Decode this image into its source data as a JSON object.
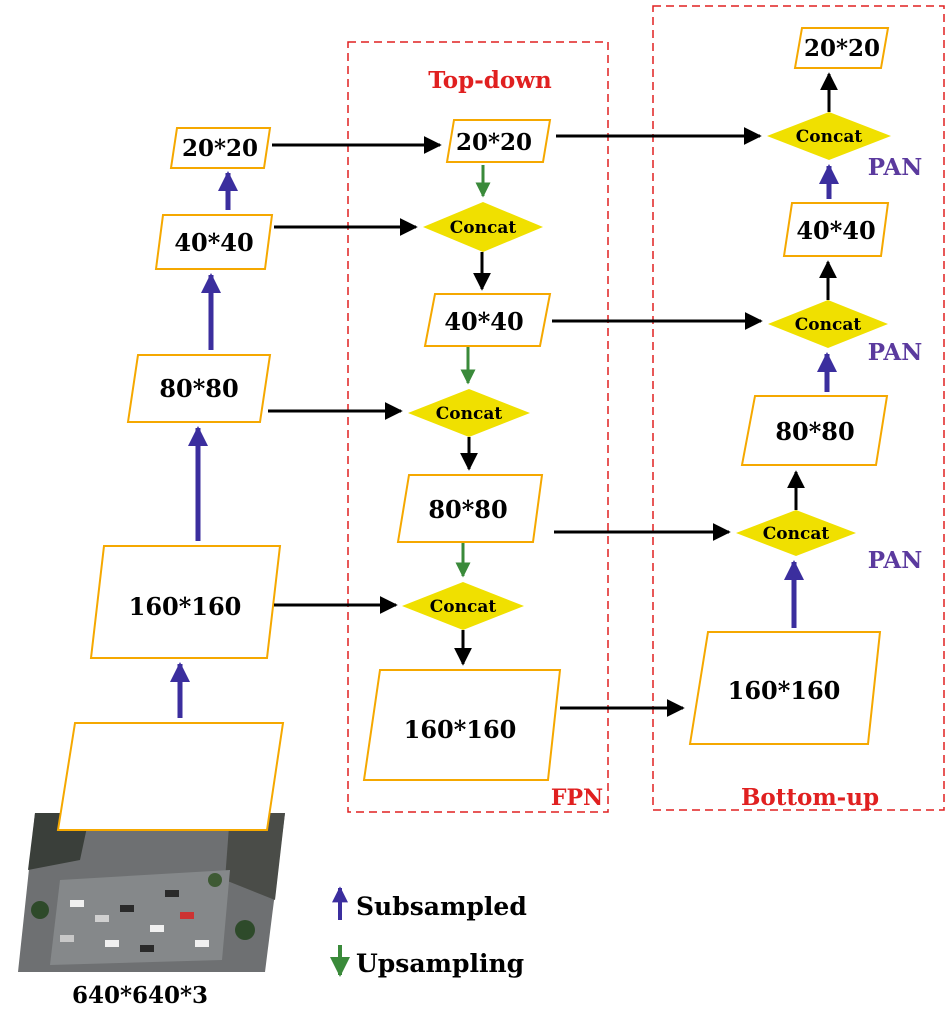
{
  "colors": {
    "box_border": "#f5a800",
    "concat_fill": "#f0e000",
    "region_border": "#e02020",
    "region_label": "#e02020",
    "subsample_arrow": "#3b2e9e",
    "upsample_arrow": "#3a8a3a",
    "flow_arrow": "#000000",
    "pan_label": "#5b3a9e"
  },
  "input": {
    "size_label": "640*640*3",
    "photo": "aerial-parking-lot-photo"
  },
  "backbone": [
    "160*160",
    "80*80",
    "40*40",
    "20*20"
  ],
  "fpn": {
    "title": "Top-down",
    "name": "FPN",
    "top": "20*20",
    "concat_label": "Concat",
    "outputs": [
      "40*40",
      "80*80",
      "160*160"
    ]
  },
  "pan": {
    "title": "Bottom-up",
    "input": "160*160",
    "concat_label": "Concat",
    "outputs": [
      "80*80",
      "40*40",
      "20*20"
    ],
    "stage_label": "PAN"
  },
  "legend": [
    {
      "icon": "blue-up-arrow-icon",
      "label": "Subsampled"
    },
    {
      "icon": "green-down-arrow-icon",
      "label": "Upsampling"
    }
  ]
}
